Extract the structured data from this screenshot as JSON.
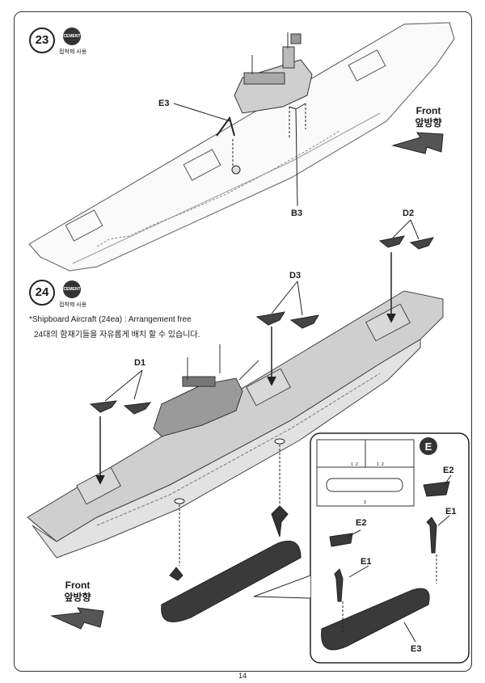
{
  "steps": [
    {
      "number": "23",
      "cement": "CEMENT",
      "cement_caption": "접착제 사용"
    },
    {
      "number": "24",
      "cement": "CEMENT",
      "cement_caption": "접착제 사용"
    }
  ],
  "step23": {
    "labels": {
      "e3": "E3",
      "b3": "B3"
    },
    "front": {
      "en": "Front",
      "ko": "앞방향"
    }
  },
  "step24": {
    "note_en": "*Shipboard Aircraft (24ea) : Arrangement free",
    "note_ko": "24대의 함재기들을 자유롭게 배치 할 수 있습니다.",
    "labels": {
      "d1": "D1",
      "d2": "D2",
      "d3": "D3"
    },
    "front": {
      "en": "Front",
      "ko": "앞방향"
    }
  },
  "detail": {
    "sprue": "E",
    "labels": {
      "e1_left": "E1",
      "e2_left": "E2",
      "e1_right": "E1",
      "e2_right": "E2",
      "e3": "E3"
    },
    "sprue_numbers": [
      "1",
      "2",
      "1",
      "2",
      "3"
    ]
  },
  "page_number": "14"
}
